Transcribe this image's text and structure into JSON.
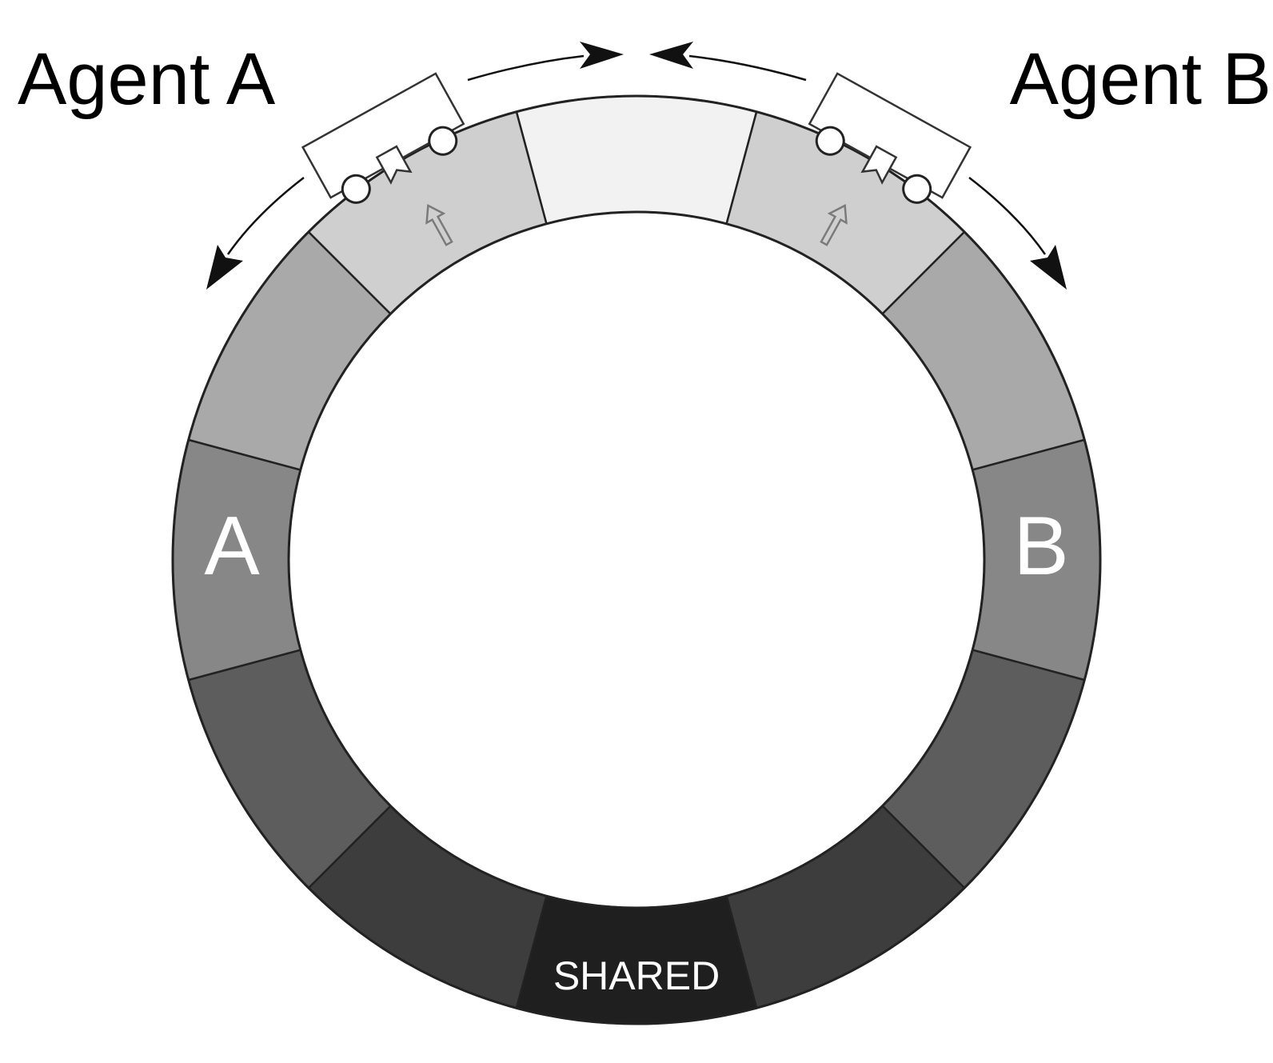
{
  "labels": {
    "agent_a": "Agent A",
    "agent_b": "Agent B",
    "segment_a": "A",
    "segment_b": "B",
    "segment_shared": "SHARED"
  },
  "ring": {
    "segment_count": 12,
    "segments": [
      {
        "id": "top",
        "label": "",
        "color": "#f2f2f2"
      },
      {
        "id": "upper-right-1",
        "label": "",
        "color": "#cfcfcf"
      },
      {
        "id": "upper-right-2",
        "label": "",
        "color": "#a9a9a9"
      },
      {
        "id": "right",
        "label": "B",
        "color": "#878787"
      },
      {
        "id": "lower-right-1",
        "label": "",
        "color": "#5d5d5d"
      },
      {
        "id": "lower-right-2",
        "label": "",
        "color": "#3d3d3d"
      },
      {
        "id": "bottom",
        "label": "SHARED",
        "color": "#1f1f1f"
      },
      {
        "id": "lower-left-2",
        "label": "",
        "color": "#3d3d3d"
      },
      {
        "id": "lower-left-1",
        "label": "",
        "color": "#5d5d5d"
      },
      {
        "id": "left",
        "label": "A",
        "color": "#878787"
      },
      {
        "id": "upper-left-2",
        "label": "",
        "color": "#a9a9a9"
      },
      {
        "id": "upper-left-1",
        "label": "",
        "color": "#cfcfcf"
      }
    ]
  },
  "agents": [
    {
      "name": "Agent A",
      "icon": "read-write-cart-icon"
    },
    {
      "name": "Agent B",
      "icon": "read-write-cart-icon"
    }
  ],
  "colors": {
    "background": "#ffffff",
    "stroke": "#222222",
    "label_on_segment": "#ffffff"
  }
}
